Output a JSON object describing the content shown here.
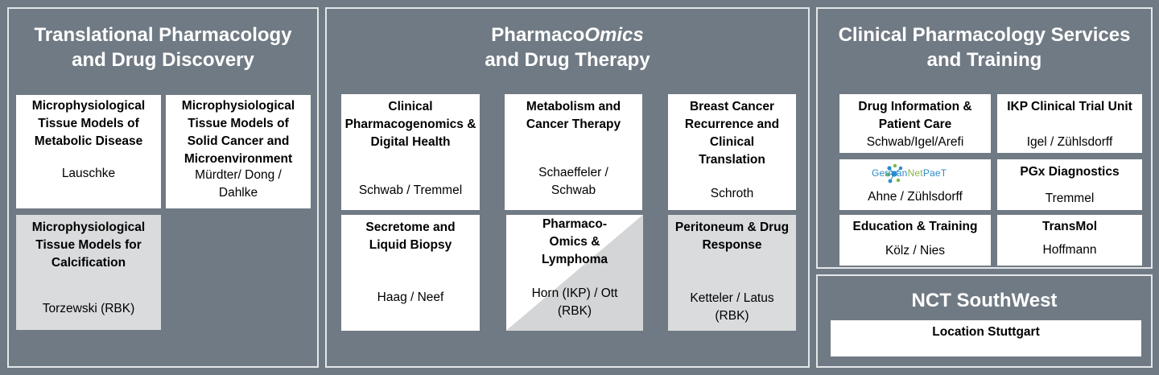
{
  "panels": {
    "translational": {
      "title": "Translational Pharmacology and Drug Discovery",
      "boxes": [
        {
          "title": "Microphysiological Tissue Models of Metabolic Disease",
          "people": "Lauschke"
        },
        {
          "title": "Microphysiological Tissue Models of Solid Cancer and Microenvironment",
          "people": "Mürdter/ Dong / Dahlke"
        },
        {
          "title": "Microphysiological Tissue Models for Calcification",
          "people": "Torzewski (RBK)"
        }
      ]
    },
    "omics": {
      "title_plain": "Pharmaco",
      "title_italic": "Omics",
      "title_line2": "and Drug Therapy",
      "boxes": [
        {
          "title": "Clinical Pharmacogenomics & Digital Health",
          "people": "Schwab / Tremmel"
        },
        {
          "title": "Metabolism and Cancer Therapy",
          "people": "Schaeffeler / Schwab"
        },
        {
          "title": "Breast Cancer Recurrence and Clinical Translation",
          "people": "Schroth"
        },
        {
          "title": "Secretome and Liquid Biopsy",
          "people": "Haag / Neef"
        },
        {
          "title": "Pharmaco-Omics & Lymphoma",
          "people": "Horn (IKP) / Ott (RBK)"
        },
        {
          "title": "Peritoneum & Drug Response",
          "people": "Ketteler / Latus (RBK)"
        }
      ]
    },
    "services": {
      "title": "Clinical Pharmacology Services and Training",
      "boxes": [
        {
          "title": "Drug Information & Patient Care",
          "people": "Schwab/Igel/Arefi"
        },
        {
          "title": "IKP Clinical Trial Unit",
          "people": "Igel / Zühlsdorff"
        },
        {
          "logo_part1": "German",
          "logo_part2": "Net",
          "logo_part3": "PaeT",
          "people": "Ahne / Zühlsdorff"
        },
        {
          "title": "PGx Diagnostics",
          "people": "Tremmel"
        },
        {
          "title": "Education & Training",
          "people": "Kölz / Nies"
        },
        {
          "title": "TransMol",
          "people": "Hoffmann"
        }
      ]
    },
    "nct": {
      "title": "NCT SouthWest",
      "location": "Location Stuttgart"
    }
  },
  "colors": {
    "background": "#707a84",
    "panel_border": "#e4e7ea",
    "box_white": "#ffffff",
    "box_gray": "#d9dbdd"
  },
  "icons": {
    "logo": "german-net-paet-logo"
  }
}
